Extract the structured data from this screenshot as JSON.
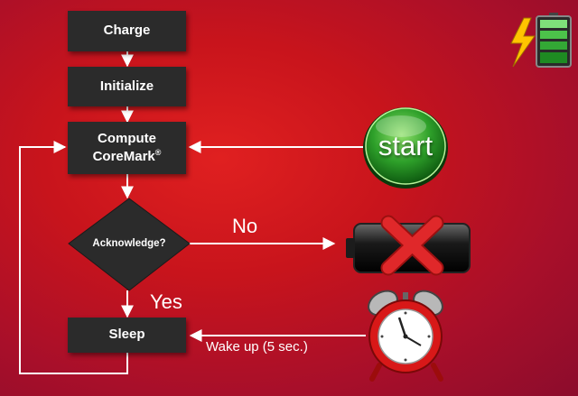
{
  "steps": {
    "charge": "Charge",
    "initialize": "Initialize",
    "compute_line1": "Compute",
    "compute_line2": "CoreMark",
    "compute_mark": "®",
    "acknowledge": "Acknowledge?",
    "sleep": "Sleep"
  },
  "branches": {
    "no": "No",
    "yes": "Yes",
    "wake": "Wake up (5 sec.)"
  },
  "start_button": {
    "label": "start"
  },
  "icons": [
    "battery-charging-icon",
    "dead-battery-icon",
    "alarm-clock-icon"
  ],
  "colors": {
    "background": "#c8141c",
    "box": "#2b2b2b",
    "start": "#2ea02a",
    "cross": "#e0282a"
  }
}
